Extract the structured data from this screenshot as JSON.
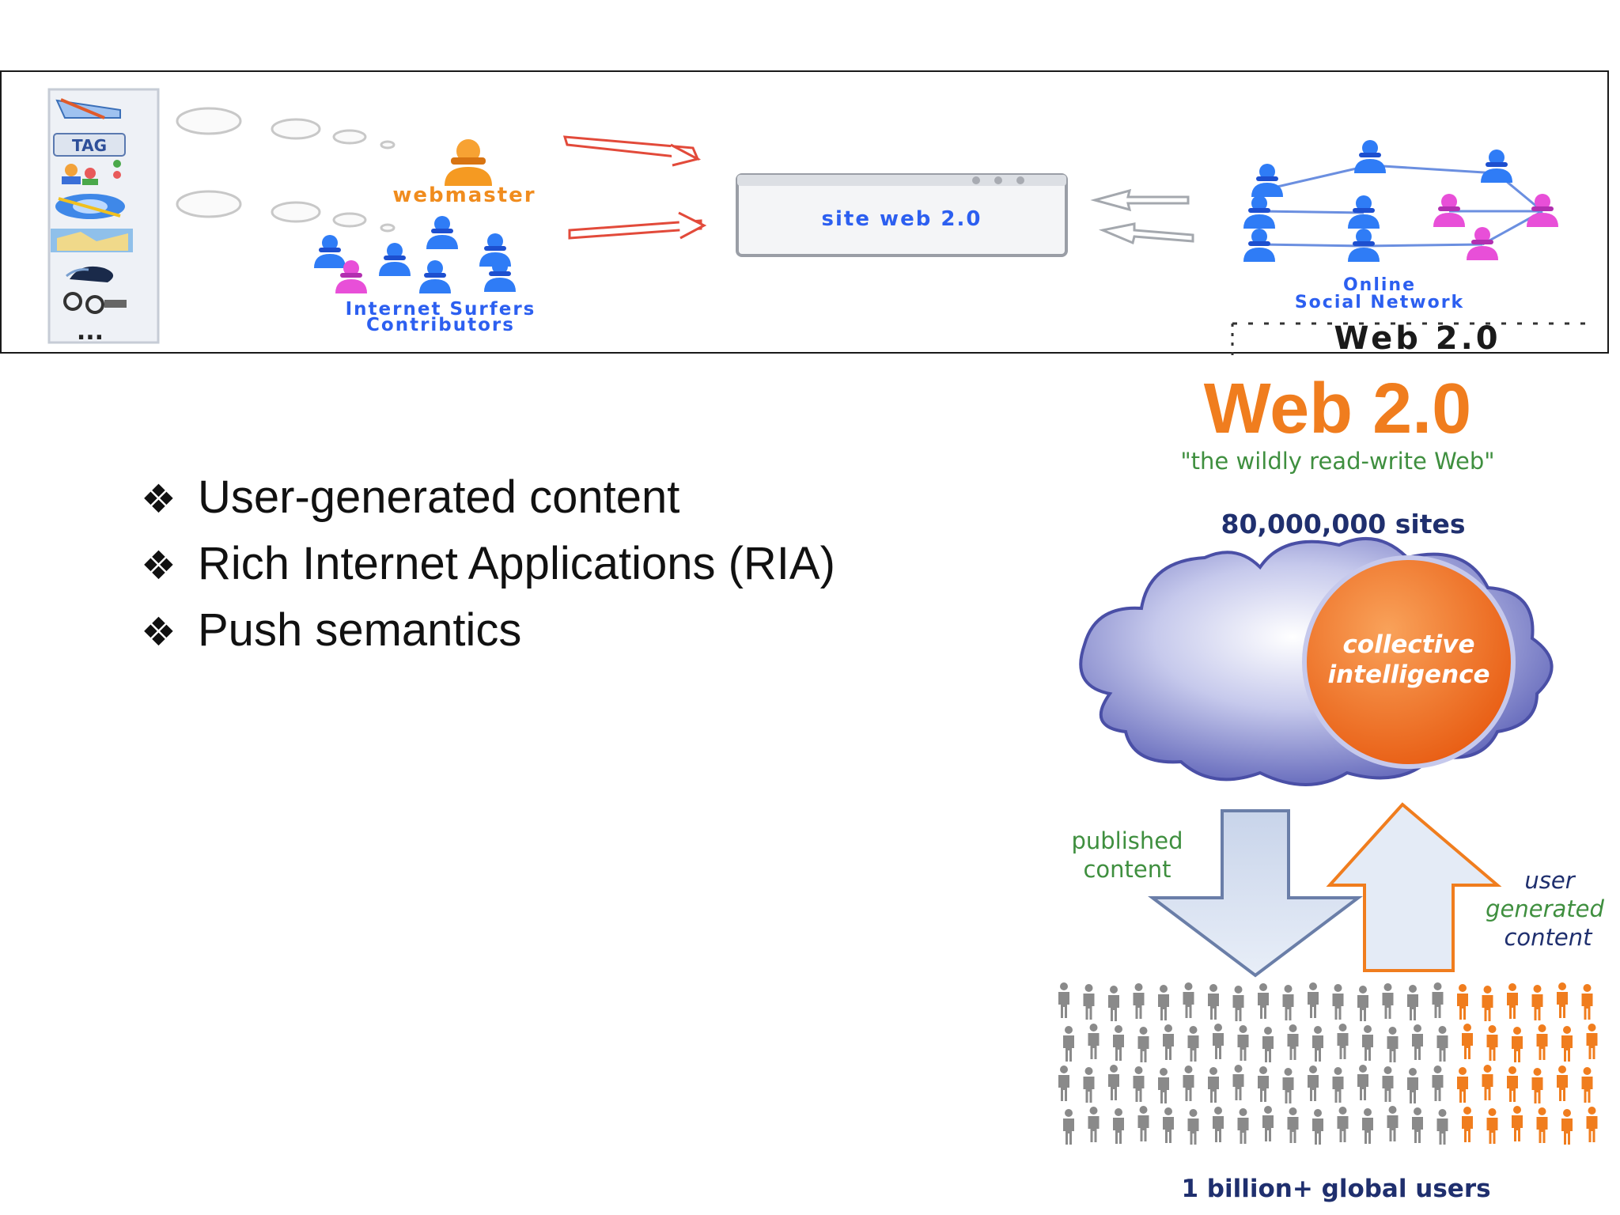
{
  "top_diagram": {
    "sidebar_tag_label": "TAG",
    "sidebar_more_label": "...",
    "webmaster_label": "webmaster",
    "surfers_label_line1": "Internet Surfers",
    "surfers_label_line2": "Contributors",
    "site_label": "site web 2.0",
    "network_label_line1": "Online",
    "network_label_line2": "Social Network",
    "corner_label": "Web 2.0"
  },
  "bullets": [
    {
      "glyph": "❖",
      "text": "User-generated content"
    },
    {
      "glyph": "❖",
      "text": "Rich Internet Applications (RIA)"
    },
    {
      "glyph": "❖",
      "text": "Push semantics"
    }
  ],
  "web20_graphic": {
    "title": "Web 2.0",
    "tagline": "\"the wildly read-write Web\"",
    "sites": "80,000,000 sites",
    "bubble_line1": "collective",
    "bubble_line2": "intelligence",
    "published_line1": "published",
    "published_line2": "content",
    "ugc_line1": "user",
    "ugc_line2": "generated",
    "ugc_line3": "content",
    "users": "1 billion+ global users"
  },
  "colors": {
    "orange": "#f07d1e",
    "blue": "#2c5ff0",
    "navy": "#1f2f6e",
    "green": "#3f8f3f",
    "gray_person": "#8a8a8a"
  }
}
